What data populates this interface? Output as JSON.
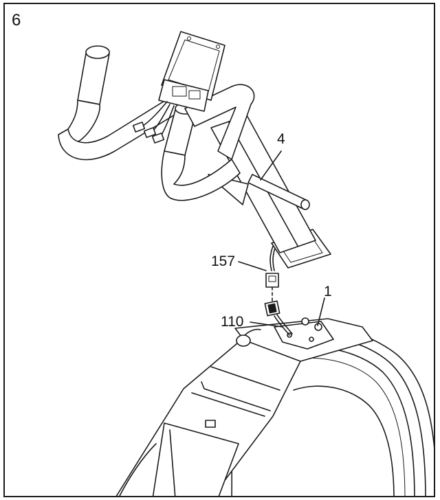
{
  "diagram": {
    "step_number": "6",
    "callouts": [
      {
        "id": "part-4",
        "label": "4"
      },
      {
        "id": "part-157",
        "label": "157"
      },
      {
        "id": "part-1",
        "label": "1"
      },
      {
        "id": "part-110",
        "label": "110"
      }
    ]
  }
}
